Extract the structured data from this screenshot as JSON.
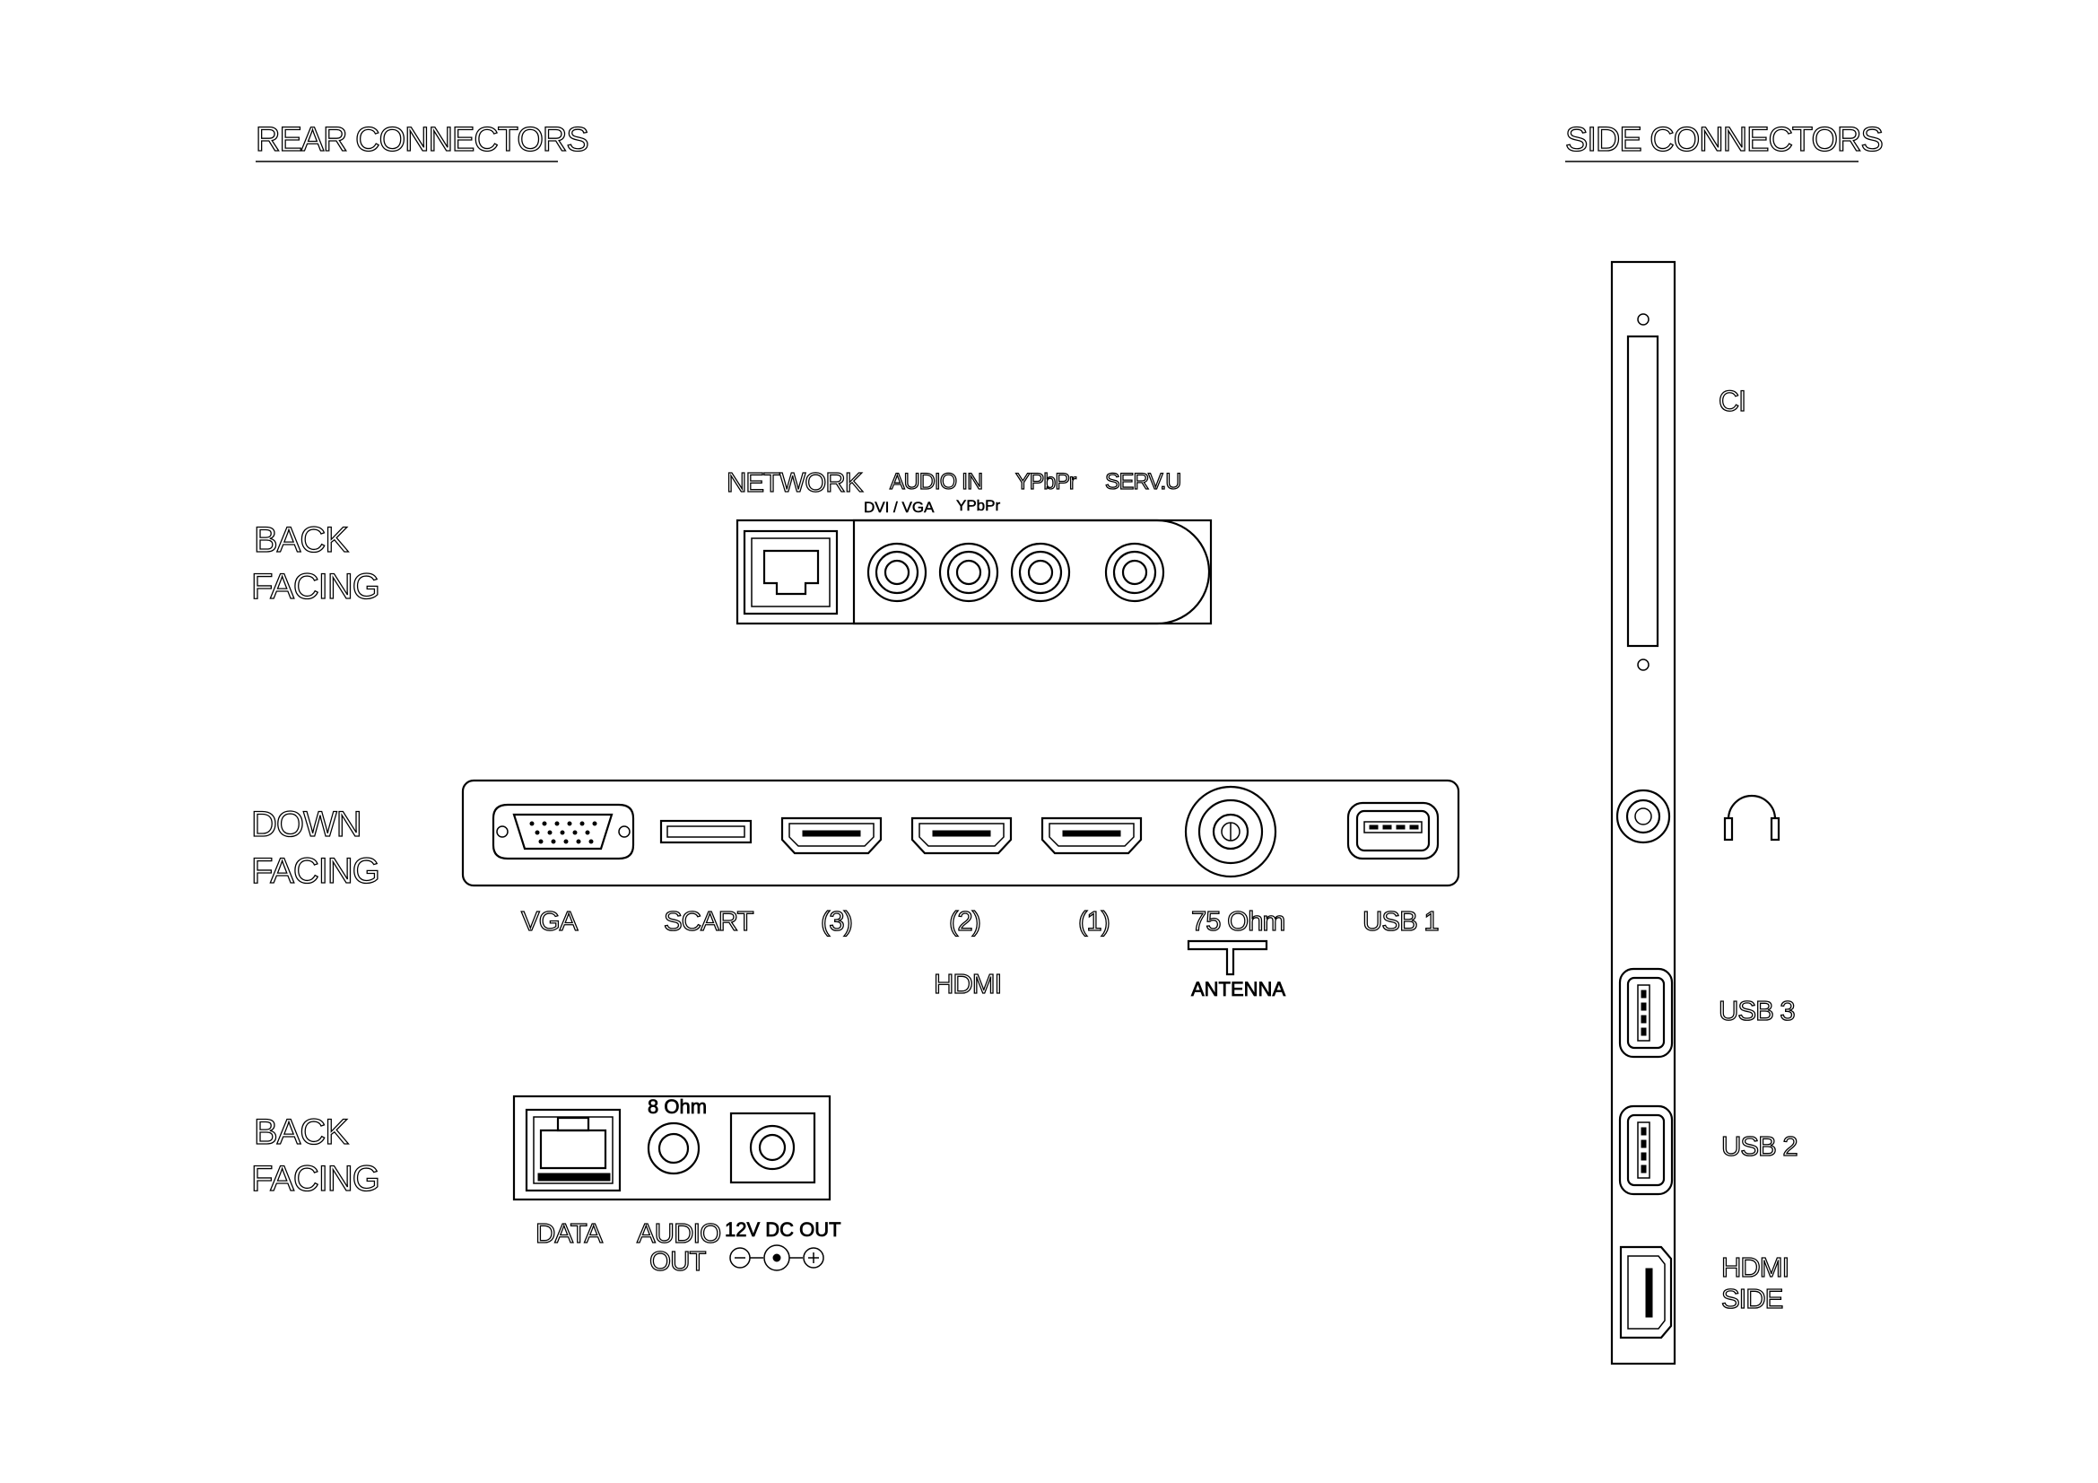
{
  "titles": {
    "rear": "REAR CONNECTORS",
    "side": "SIDE CONNECTORS"
  },
  "sections": {
    "back_facing_top": {
      "line1": "BACK",
      "line2": "FACING"
    },
    "down_facing": {
      "line1": "DOWN",
      "line2": "FACING"
    },
    "back_facing_bottom": {
      "line1": "BACK",
      "line2": "FACING"
    }
  },
  "top_panel": {
    "network": "NETWORK",
    "audio_in": "AUDIO IN",
    "dvi_vga": "DVI / VGA",
    "ypbpr_small": "YPbPr",
    "ypbpr": "YPbPr",
    "serv_u": "SERV.U"
  },
  "down_panel": {
    "vga": "VGA",
    "scart": "SCART",
    "hdmi3": "(3)",
    "hdmi2": "(2)",
    "hdmi1": "(1)",
    "hdmi_group": "HDMI",
    "ohm75": "75 Ohm",
    "antenna": "ANTENNA",
    "usb1": "USB 1"
  },
  "bottom_panel": {
    "ohm8": "8 Ohm",
    "data": "DATA",
    "audio_out_1": "AUDIO",
    "audio_out_2": "OUT",
    "dc_out": "12V DC OUT"
  },
  "side_panel": {
    "ci": "CI",
    "usb3": "USB 3",
    "usb2": "USB 2",
    "hdmi_side_1": "HDMI",
    "hdmi_side_2": "SIDE"
  },
  "icons": [
    "rj45-icon",
    "rca-jack-icon",
    "vga-port-icon",
    "scart-port-icon",
    "hdmi-port-icon",
    "coax-antenna-icon",
    "usb-port-icon",
    "headphone-icon",
    "dc-polarity-icon",
    "ci-slot-icon"
  ]
}
